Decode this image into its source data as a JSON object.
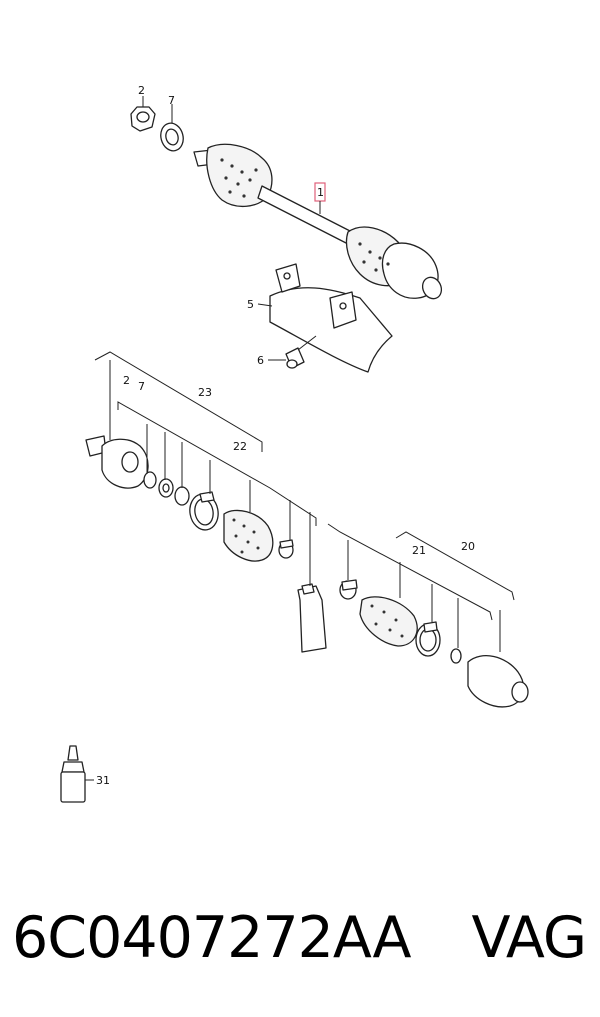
{
  "callouts": {
    "c2_top": "2",
    "c7_top": "7",
    "c1": "1",
    "c5": "5",
    "c6": "6",
    "c2_mid": "2",
    "c7_mid": "7",
    "c23": "23",
    "c22": "22",
    "c21": "21",
    "c20": "20",
    "c31": "31"
  },
  "caption": {
    "part_number": "6C0407272AA",
    "brand": "VAG"
  },
  "colors": {
    "highlight": "#e0607a",
    "line": "#222222"
  }
}
